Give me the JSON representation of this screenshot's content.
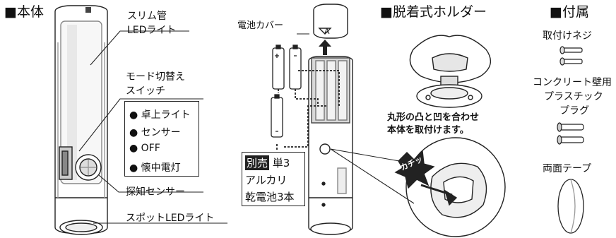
{
  "main": {
    "heading": "■本体",
    "labels": {
      "slim_tube": [
        "スリム管",
        "LEDライト"
      ],
      "mode_switch": [
        "モード切替え",
        "スイッチ"
      ],
      "sensor": "探知センサー",
      "spot": "スポットLEDライト"
    },
    "modes": [
      "● 卓上ライト",
      "● センサー",
      "● OFF",
      "● 懐中電灯"
    ]
  },
  "battery": {
    "cover_label": "電池カバー",
    "tag": "別売",
    "line1_rest": " 単3",
    "line2": "アルカリ",
    "line3": "乾電池3本"
  },
  "holder": {
    "heading": "■脱着式ホルダー",
    "note_line1": "丸形の凸と凹を合わせ",
    "note_line2": "本体を取付けます。",
    "click_sound": "カチッ"
  },
  "accessories": {
    "heading": "■付属",
    "items": {
      "screws": "取付けネジ",
      "plug_line1": "コンクリート壁用",
      "plug_line2": "プラスチック",
      "plug_line3": "プラグ",
      "tape": "両面テープ"
    }
  }
}
